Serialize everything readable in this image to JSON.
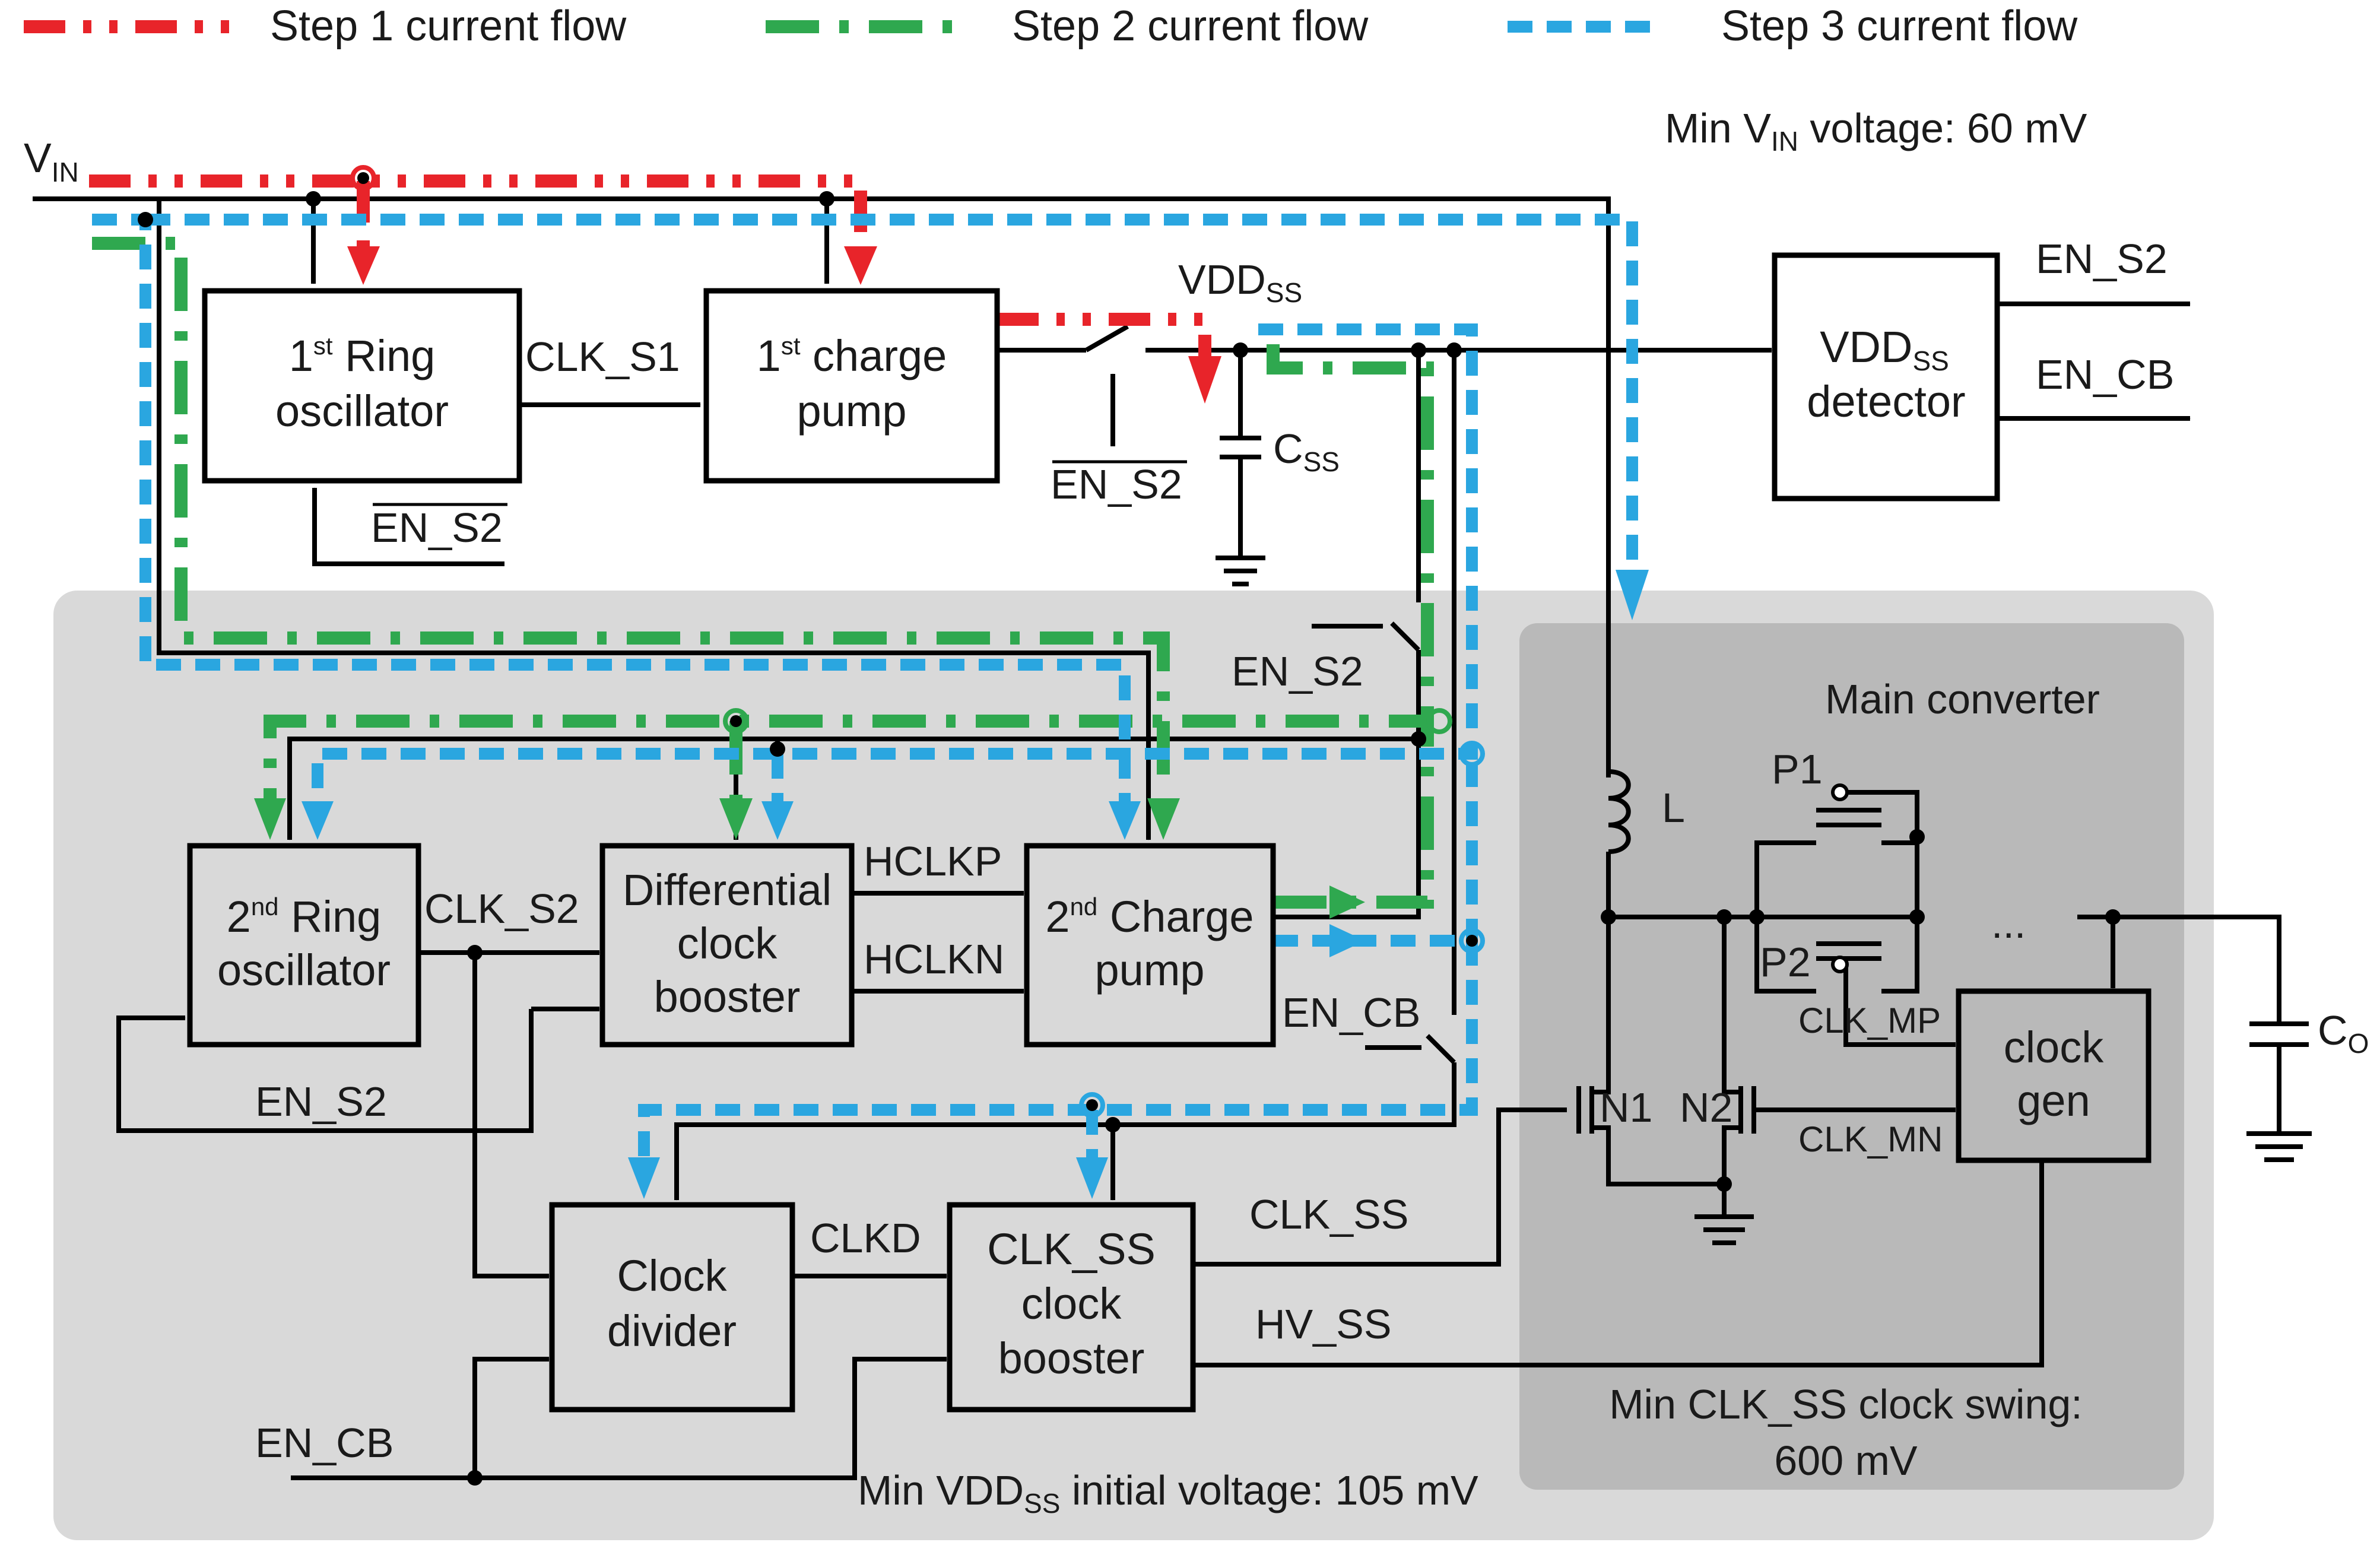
{
  "legend": {
    "step1": "Step 1 current flow",
    "step2": "Step 2 current flow",
    "step3": "Step 3 current flow",
    "colors": {
      "step1": "#e8242a",
      "step2": "#2fa84f",
      "step3": "#2aa6e0"
    }
  },
  "notes": {
    "min_vin_prefix": "Min V",
    "min_vin_sub": "IN",
    "min_vin_suffix": " voltage: 60 mV",
    "min_vdd_prefix": "Min VDD",
    "min_vdd_sub": "SS",
    "min_vdd_suffix": " initial voltage: 105 mV",
    "min_clk_line1": "Min CLK_SS clock swing:",
    "min_clk_line2": "600 mV",
    "main_converter": "Main converter"
  },
  "blocks": {
    "ring1_sup": "st",
    "ring1_l1_pre": "1",
    "ring1_l1": " Ring",
    "ring1_l2": "oscillator",
    "cp1_pre": "1",
    "cp1_sup": "st",
    "cp1_l1": " charge",
    "cp1_l2": "pump",
    "det_l1": "VDD",
    "det_sub": "SS",
    "det_l2": "detector",
    "ring2_pre": "2",
    "ring2_sup": "nd",
    "ring2_l1": " Ring",
    "ring2_l2": "oscillator",
    "diff_l1": "Differential",
    "diff_l2": "clock",
    "diff_l3": "booster",
    "cp2_pre": "2",
    "cp2_sup": "nd",
    "cp2_l1": " Charge",
    "cp2_l2": "pump",
    "div_l1": "Clock",
    "div_l2": "divider",
    "clkss_l1": "CLK_SS",
    "clkss_l2": "clock",
    "clkss_l3": "booster",
    "gen_l1": "clock",
    "gen_l2": "gen"
  },
  "signals": {
    "vin": "V",
    "vin_sub": "IN",
    "clk_s1": "CLK_S1",
    "en_s2_bar_top": "EN_S2",
    "en_s2_bar_sw": "EN_S2",
    "vdd_ss": "VDD",
    "vdd_ss_sub": "SS",
    "css": "C",
    "css_sub": "SS",
    "en_s2_out": "EN_S2",
    "en_cb_out": "EN_CB",
    "en_s2_sw": "EN_S2",
    "clk_s2": "CLK_S2",
    "hclkp": "HCLKP",
    "hclkn": "HCLKN",
    "en_cb_sw": "EN_CB",
    "en_s2_ring2": "EN_S2",
    "clkd": "CLKD",
    "clk_ss": "CLK_SS",
    "hv_ss": "HV_SS",
    "en_cb_in": "EN_CB",
    "l": "L",
    "p1": "P1",
    "p2": "P2",
    "n1": "N1",
    "n2": "N2",
    "clk_mp": "CLK_MP",
    "clk_mn": "CLK_MN",
    "dots": "...",
    "co": "C",
    "co_sub": "O"
  }
}
